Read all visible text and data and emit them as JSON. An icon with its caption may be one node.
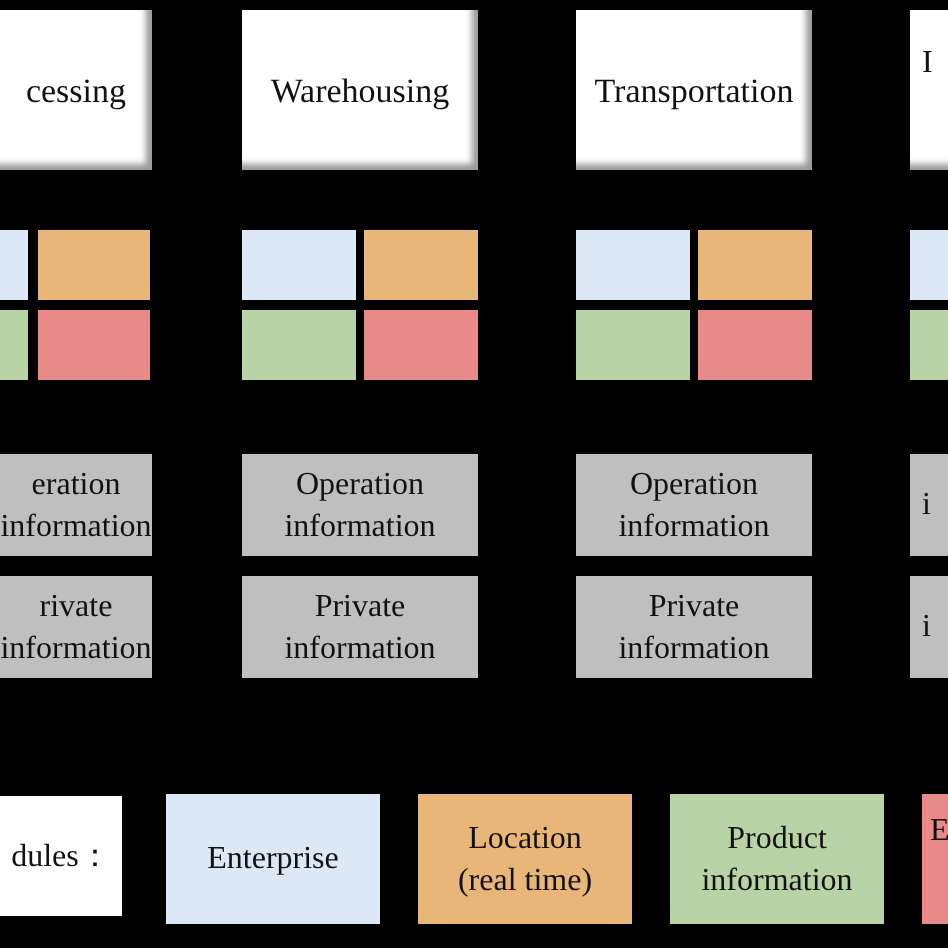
{
  "diagram": {
    "nodes": [
      {
        "text": [
          "cessing"
        ]
      },
      {
        "text": [
          "Warehousing"
        ]
      },
      {
        "text": [
          "Transportation"
        ]
      },
      {
        "text": [
          "I"
        ]
      },
      {
        "text": [],
        "shape": "box"
      },
      {
        "text": [],
        "shape": "box"
      },
      {
        "text": [],
        "shape": "box"
      },
      {
        "text": [],
        "shape": "box"
      },
      {
        "text": [],
        "shape": "box"
      },
      {
        "text": [],
        "shape": "box"
      },
      {
        "text": [],
        "shape": "box"
      },
      {
        "text": [],
        "shape": "box"
      },
      {
        "text": [],
        "shape": "box"
      },
      {
        "text": [],
        "shape": "box"
      },
      {
        "text": [],
        "shape": "box"
      },
      {
        "text": [],
        "shape": "box"
      },
      {
        "text": [],
        "shape": "box"
      },
      {
        "text": [],
        "shape": "box"
      },
      {
        "text": [
          "eration information"
        ]
      },
      {
        "text": [
          "Operation information"
        ]
      },
      {
        "text": [
          "Operation information"
        ]
      },
      {
        "text": [
          "i"
        ]
      },
      {
        "text": [
          "rivate information"
        ]
      },
      {
        "text": [
          "Private information"
        ]
      },
      {
        "text": [
          "Private information"
        ]
      },
      {
        "text": [
          "i"
        ]
      }
    ],
    "labels": [
      "dules："
    ],
    "legend": [
      {
        "text": "Enterprise",
        "color": "#dde8f6"
      },
      {
        "text": "Location (real time)",
        "color": "#e9b67a"
      },
      {
        "text": "Product information",
        "color": "#b8d4a6"
      },
      {
        "text": "E",
        "color": "#e88a8a"
      }
    ]
  }
}
